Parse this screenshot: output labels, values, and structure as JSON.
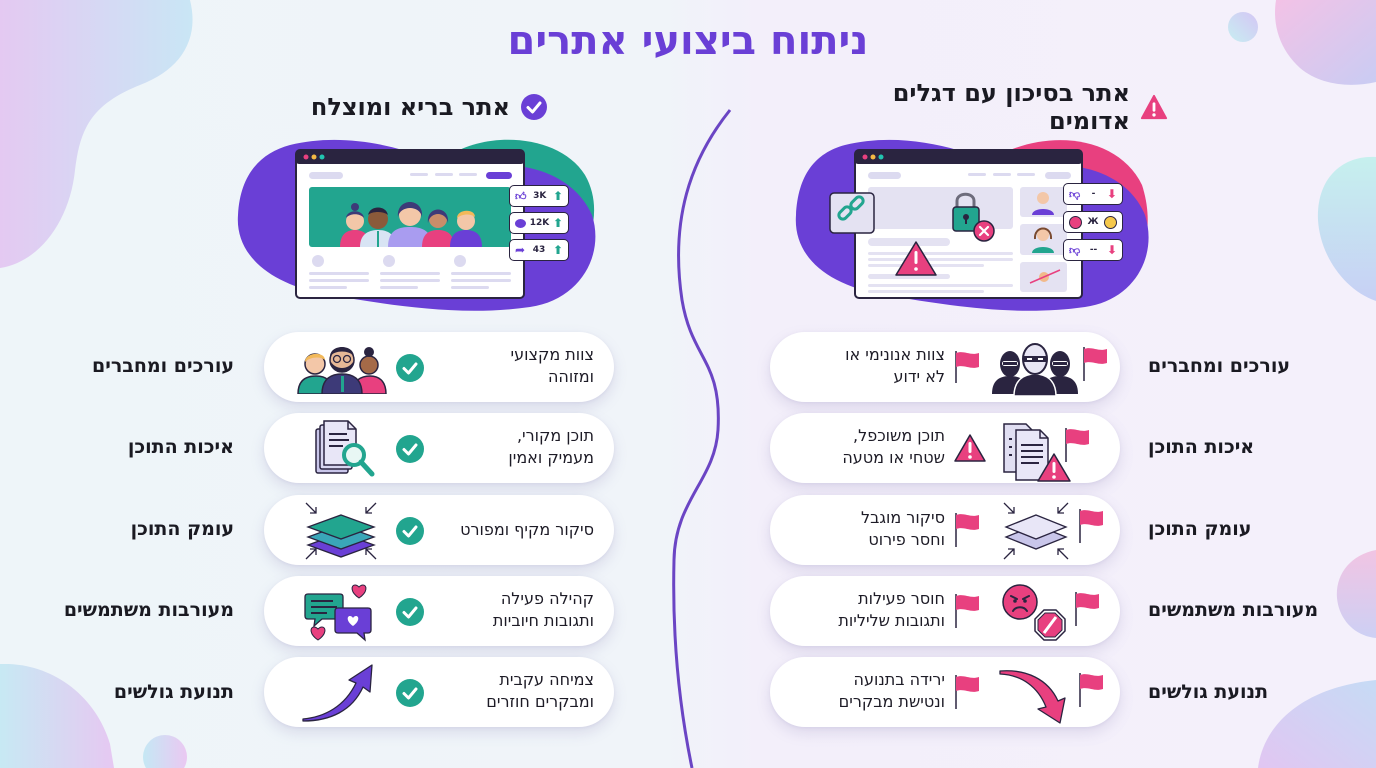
{
  "title": "ניתוח ביצועי אתרים",
  "colors": {
    "accent_purple": "#6a3fd6",
    "teal": "#22a58f",
    "pink": "#e8407f",
    "dark": "#2a2440"
  },
  "healthy": {
    "heading": "אתר בריא ומוצלח",
    "heading_icon": "check-circle-icon",
    "stats": [
      {
        "icon": "thumbs-up-icon",
        "value": "3K",
        "trend": "arrow-up-icon"
      },
      {
        "icon": "comment-icon",
        "value": "12K",
        "trend": "arrow-up-icon"
      },
      {
        "icon": "share-icon",
        "value": "43",
        "trend": "arrow-up-icon"
      }
    ],
    "rows": [
      {
        "label": "עורכים ומחברים",
        "line1": "צוות מקצועי",
        "line2": "ומזוהה",
        "icon": "team-icon",
        "status_icon": "check-circle-icon"
      },
      {
        "label": "איכות התוכן",
        "line1": "תוכן מקורי,",
        "line2": "מעמיק ואמין",
        "icon": "document-search-icon",
        "status_icon": "check-circle-icon"
      },
      {
        "label": "עומק התוכן",
        "line1": "סיקור מקיף ומפורט",
        "line2": "",
        "icon": "layers-icon",
        "status_icon": "check-circle-icon"
      },
      {
        "label": "מעורבות משתמשים",
        "line1": "קהילה פעילה",
        "line2": "ותגובות חיוביות",
        "icon": "chat-hearts-icon",
        "status_icon": "check-circle-icon"
      },
      {
        "label": "תנועת גולשים",
        "line1": "צמיחה עקבית",
        "line2": "ומבקרים חוזרים",
        "icon": "trend-up-arrow-icon",
        "status_icon": "check-circle-icon"
      }
    ]
  },
  "risky": {
    "heading": "אתר בסיכון עם דגלים אדומים",
    "heading_icon": "warning-triangle-icon",
    "stats": [
      {
        "icon": "thumbs-down-icon",
        "value": "-",
        "trend": "arrow-down-icon"
      },
      {
        "icon": "angry-face-icon",
        "value": "Ж",
        "trend": "sick-face-icon"
      },
      {
        "icon": "thumbs-down-icon",
        "value": "--",
        "trend": "arrow-down-icon"
      }
    ],
    "rows": [
      {
        "label": "עורכים ומחברים",
        "line1": "צוות אנונימי או",
        "line2": "לא ידוע",
        "icon": "anonymous-team-icon",
        "status_icon": "red-flag-icon"
      },
      {
        "label": "איכות התוכן",
        "line1": "תוכן משוכפל,",
        "line2": "שטחי או מטעה",
        "icon": "duplicate-docs-warning-icon",
        "status_icon": "warning-triangle-icon"
      },
      {
        "label": "עומק התוכן",
        "line1": "סיקור מוגבל",
        "line2": "וחסר פירוט",
        "icon": "thin-layers-icon",
        "status_icon": "red-flag-icon"
      },
      {
        "label": "מעורבות משתמשים",
        "line1": "חוסר פעילות",
        "line2": "ותגובות שליליות",
        "icon": "angry-blocked-icon",
        "status_icon": "red-flag-icon"
      },
      {
        "label": "תנועת גולשים",
        "line1": "ירידה בתנועה",
        "line2": "ונטישת מבקרים",
        "icon": "trend-down-arrow-icon",
        "status_icon": "red-flag-icon"
      }
    ]
  }
}
